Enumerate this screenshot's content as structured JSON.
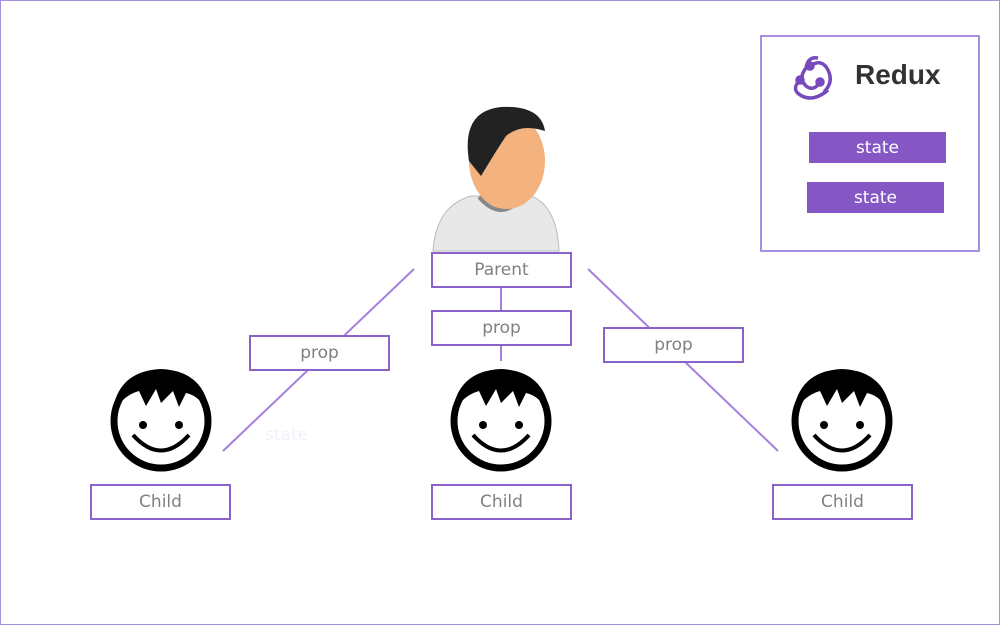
{
  "parent": {
    "label": "Parent"
  },
  "props": {
    "left": "prop",
    "middle": "prop",
    "right": "prop"
  },
  "children": [
    {
      "label": "Child"
    },
    {
      "label": "Child"
    },
    {
      "label": "Child"
    }
  ],
  "faint_label": "state",
  "redux": {
    "title": "Redux",
    "states": [
      "state",
      "state"
    ]
  },
  "colors": {
    "accent": "#8457c4",
    "border": "#8a63c9",
    "line": "#a57fdc"
  }
}
